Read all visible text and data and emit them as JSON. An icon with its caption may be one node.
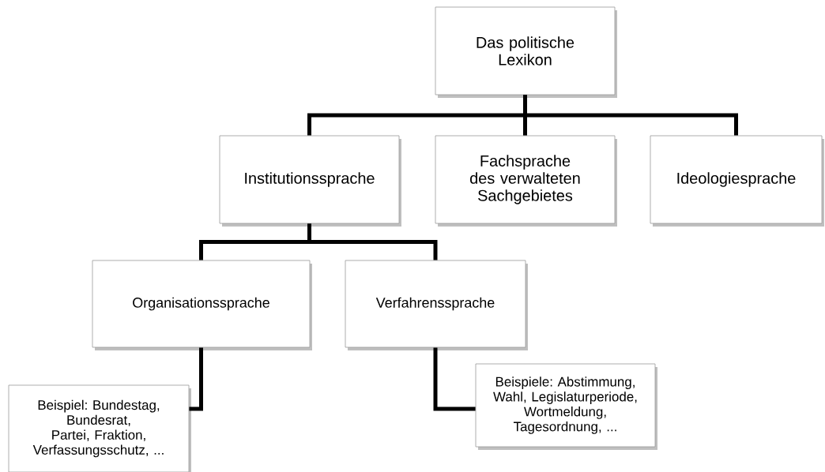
{
  "diagram": {
    "nodes": [
      {
        "text": [
          "Das politische Lexikon"
        ]
      },
      {
        "text": [
          "Institutionssprache"
        ]
      },
      {
        "text": [
          "Fachsprache des verwalteten Sachgebietes"
        ]
      },
      {
        "text": [
          "Ideologiesprache"
        ]
      },
      {
        "text": [
          "Organisationssprache"
        ]
      },
      {
        "text": [
          "Verfahrenssprache"
        ]
      },
      {
        "text": [
          "Beispiel: Bundestag, Bundesrat, Partei, Fraktion, Verfassungsschutz, ..."
        ]
      },
      {
        "text": [
          "Beispiele: Abstimmung, Wahl, Legislaturperiode, Wortmeldung, Tagesordnung, ..."
        ]
      }
    ],
    "edges": [
      {
        "from": 0,
        "to": 1,
        "arrow": "none"
      },
      {
        "from": 0,
        "to": 2,
        "arrow": "none"
      },
      {
        "from": 0,
        "to": 3,
        "arrow": "none"
      },
      {
        "from": 1,
        "to": 4,
        "arrow": "none"
      },
      {
        "from": 1,
        "to": 5,
        "arrow": "none"
      },
      {
        "from": 4,
        "to": 6,
        "arrow": "none"
      },
      {
        "from": 5,
        "to": 7,
        "arrow": "none"
      }
    ]
  }
}
